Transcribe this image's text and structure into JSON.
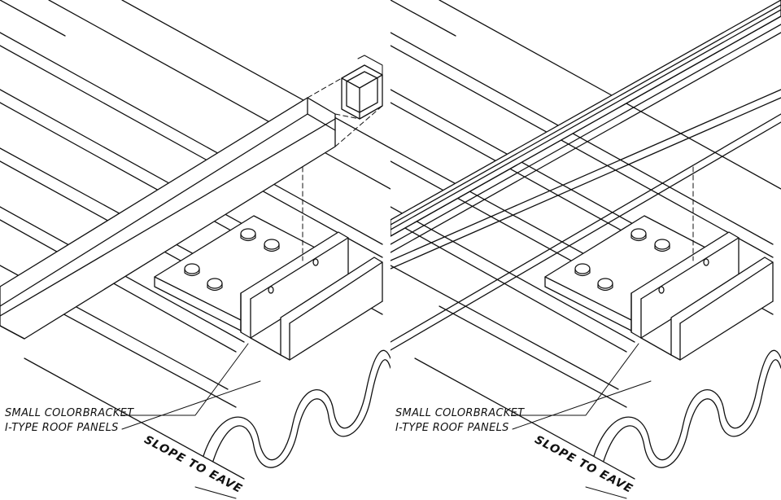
{
  "panels": [
    {
      "name": "with-post",
      "labels": {
        "bracket": "SMALL COLORBRACKET",
        "panels": "I-TYPE ROOF PANELS",
        "slope": "SLOPE TO EAVE"
      }
    },
    {
      "name": "with-rail",
      "labels": {
        "bracket": "SMALL COLORBRACKET",
        "panels": "I-TYPE ROOF PANELS",
        "slope": "SLOPE TO EAVE"
      }
    }
  ]
}
